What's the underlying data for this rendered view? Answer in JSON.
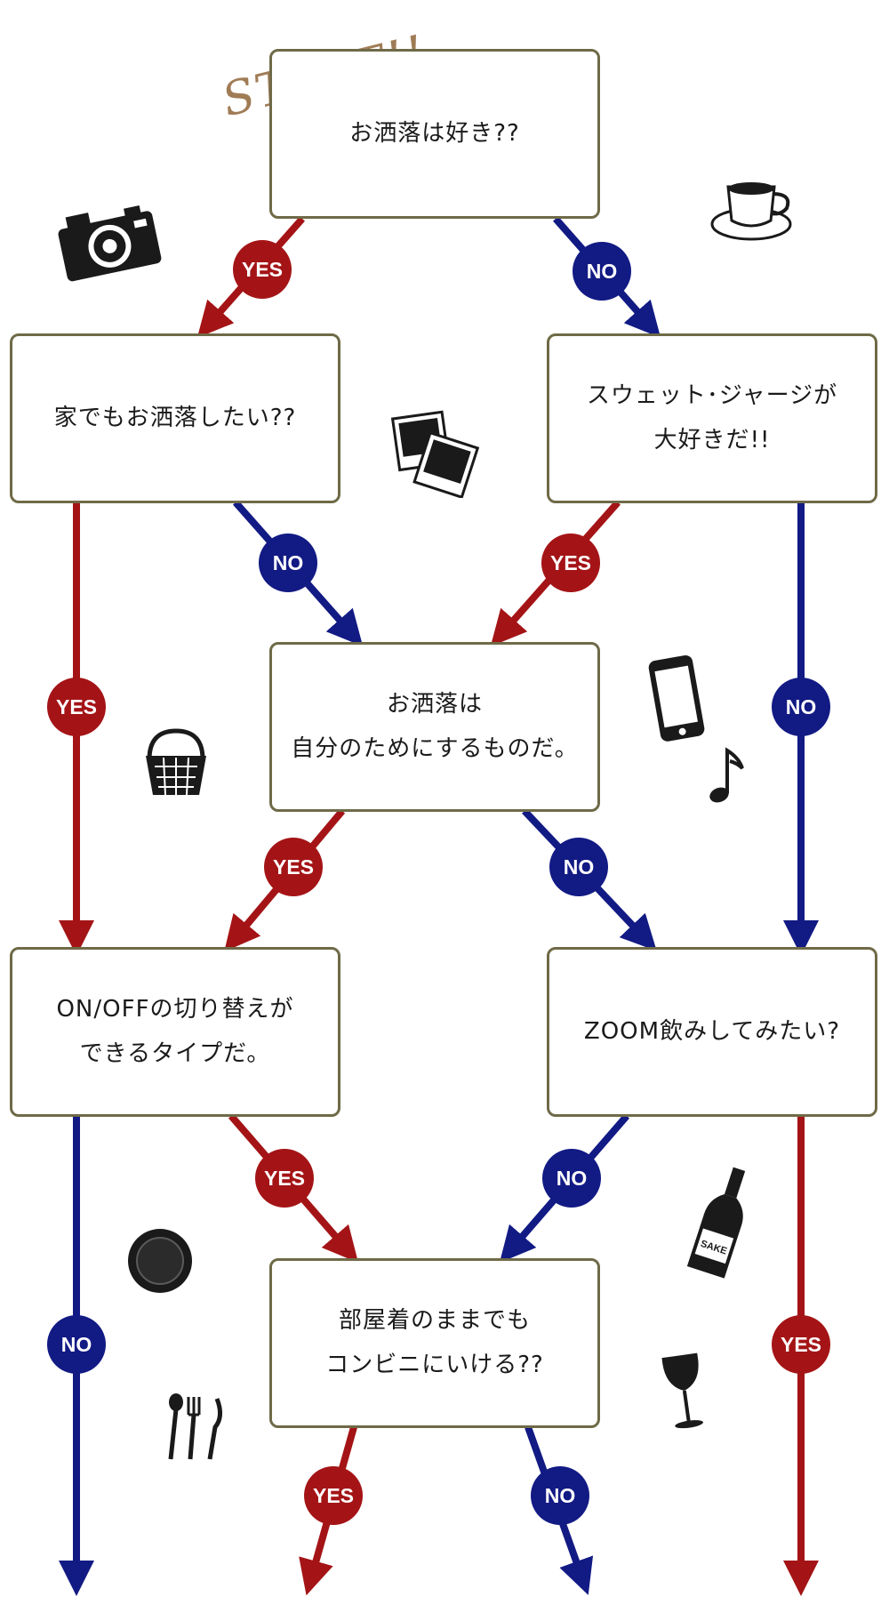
{
  "start_label": "START!!",
  "q1": {
    "line1": "お洒落は好き??"
  },
  "q2": {
    "line1": "家でもお洒落したい??"
  },
  "q3": {
    "line1": "スウェット･ジャージが",
    "line2": "大好きだ!!"
  },
  "q4": {
    "line1": "お洒落は",
    "line2": "自分のためにするものだ。"
  },
  "q5": {
    "line1": "ON/OFFの切り替えが",
    "line2": "できるタイプだ。"
  },
  "q6": {
    "line1": "ZOOM飲みしてみたい?"
  },
  "q7": {
    "line1": "部屋着のままでも",
    "line2": "コンビニにいける??"
  },
  "labels": {
    "yes": "YES",
    "no": "NO"
  },
  "icons": [
    "camera-icon",
    "coffee-cup-icon",
    "photos-icon",
    "smartphone-icon",
    "basket-icon",
    "music-note-icon",
    "plate-icon",
    "sake-bottle-icon",
    "cutlery-icon",
    "wine-glass-icon"
  ],
  "bottle_label": "SAKE",
  "colors": {
    "yes": "#a41416",
    "no": "#121a84",
    "border": "#6f6a47",
    "start": "#a07c56"
  }
}
